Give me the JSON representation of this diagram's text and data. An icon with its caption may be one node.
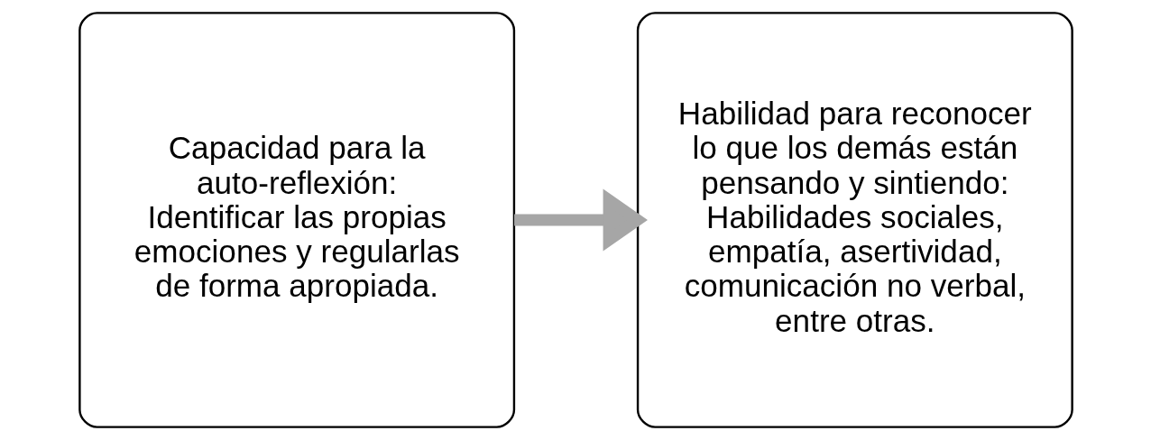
{
  "diagram": {
    "nodes": [
      {
        "text": [
          "Capacidad para la auto-reflexión: Identificar las propias emociones y regularlas de forma apropiada."
        ]
      },
      {
        "text": [
          "Habilidad para reconocer lo que los demás están pensando y sintiendo: Habilidades sociales, empatía, asertividad, comunicación no verbal, entre otras."
        ]
      }
    ],
    "edges": [
      {
        "from": 0,
        "to": 1,
        "arrow": "to"
      }
    ]
  }
}
